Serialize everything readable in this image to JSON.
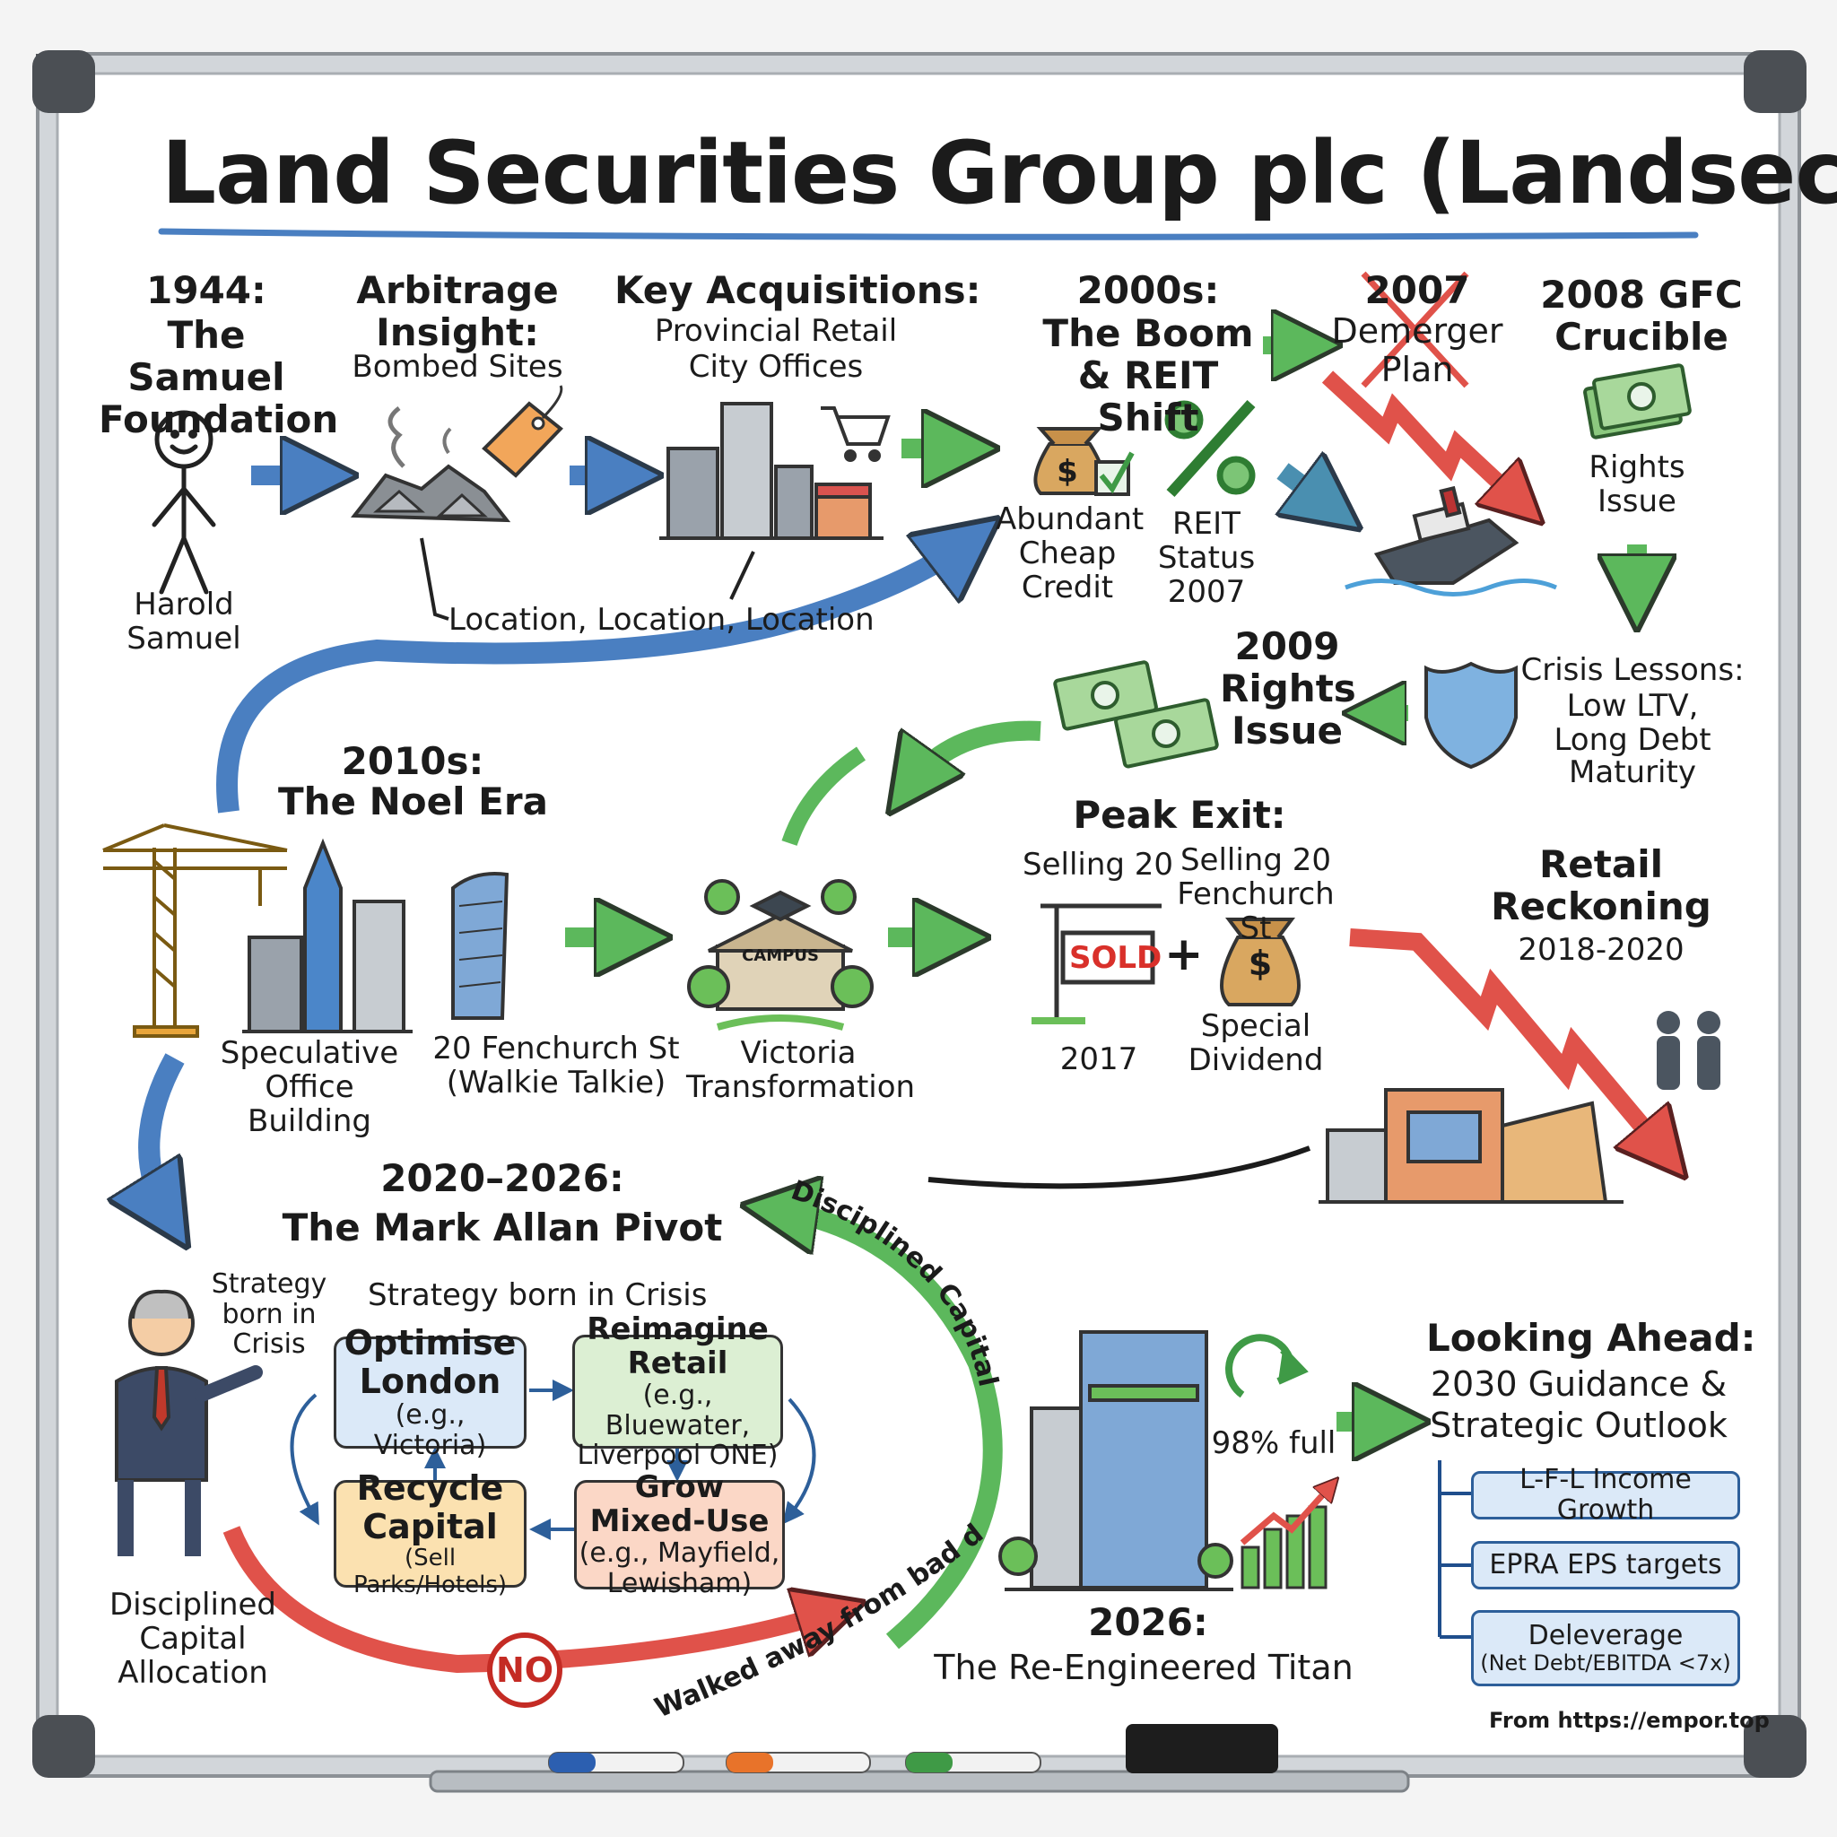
{
  "title": "Land Securities Group plc (Landsec)",
  "era1944": {
    "year": "1944:",
    "heading": "The Samuel Foundation",
    "person": "Harold Samuel"
  },
  "arbitrage": {
    "heading": "Arbitrage Insight:",
    "sub": "Bombed Sites"
  },
  "acquisitions": {
    "heading": "Key Acquisitions:",
    "line1": "Provincial Retail",
    "line2": "City Offices"
  },
  "location_note": "Location, Location, Location",
  "boom": {
    "heading": "2000s:",
    "sub": "The Boom & REIT Shift",
    "credit": "Abundant Cheap Credit",
    "reit": "REIT Status 2007"
  },
  "demerger": {
    "year": "2007",
    "label": "Demerger Plan"
  },
  "gfc": {
    "heading": "2008 GFC Crucible",
    "rights": "Rights Issue"
  },
  "rights2009": "2009 Rights Issue",
  "lessons": {
    "heading": "Crisis Lessons:",
    "line1": "Low LTV,",
    "line2": "Long Debt",
    "line3": "Maturity"
  },
  "noel": {
    "heading": "2010s:",
    "sub": "The Noel Era",
    "spec": "Speculative Office Building",
    "fenchurch": "20 Fenchurch St (Walkie Talkie)",
    "victoria": "Victoria Transformation",
    "campus": "CAMPUS"
  },
  "peak": {
    "heading": "Peak Exit:",
    "selling_left": "Selling 20",
    "selling_right": "Selling 20 Fenchurch St",
    "sold": "SOLD",
    "year": "2017",
    "dividend": "Special Dividend"
  },
  "retail": {
    "heading": "Retail Reckoning",
    "years": "2018-2020"
  },
  "allan": {
    "years": "2020–2026:",
    "sub": "The Mark Allan Pivot",
    "strategy_side": "Strategy born in Crisis",
    "strategy_top": "Strategy born in Crisis",
    "disciplined_left": "Disciplined Capital Allocation",
    "arc_label": "Disciplined Capital Allocation",
    "walked": "Walked away from bad deals",
    "no": "NO"
  },
  "cycle": {
    "london": {
      "title": "Optimise London",
      "ex": "(e.g., Victoria)"
    },
    "retail": {
      "title": "Reimagine Retail",
      "ex": "(e.g., Bluewater, Liverpool ONE)"
    },
    "recycle": {
      "title": "Recycle Capital",
      "ex": "(Sell Parks/Hotels)"
    },
    "mixed": {
      "title": "Grow Mixed-Use",
      "ex": "(e.g., Mayfield, Lewisham)"
    }
  },
  "titan": {
    "full": "98% full",
    "year": "2026:",
    "sub": "The Re-Engineered Titan"
  },
  "ahead": {
    "heading": "Looking Ahead:",
    "sub1": "2030 Guidance &",
    "sub2": "Strategic Outlook",
    "items": [
      "L-F-L Income Growth",
      "EPRA EPS targets",
      "Deleverage"
    ],
    "item3_sub": "(Net Debt/EBITDA <7x)"
  },
  "footer": "From https://empor.top",
  "colors": {
    "blue_arrow": "#4a7fc1",
    "green_arrow": "#5cb85c",
    "red_arrow": "#e0524a",
    "frame": "#bfc4c9"
  }
}
